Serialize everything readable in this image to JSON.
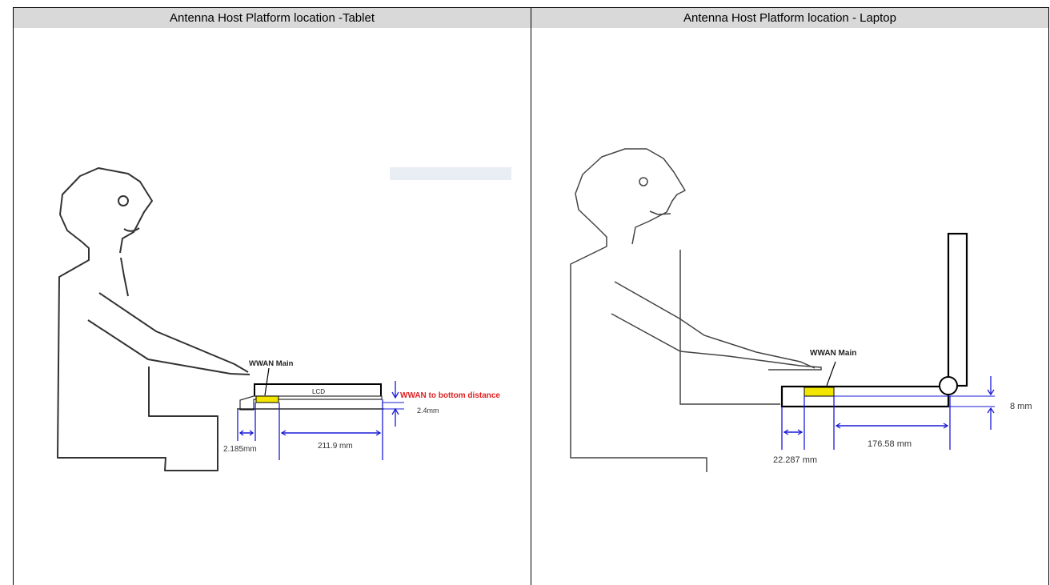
{
  "table": {
    "left_header": "Antenna Host Platform location -Tablet",
    "right_header": "Antenna Host Platform location - Laptop"
  },
  "tablet": {
    "antenna_label": "WWAN Main",
    "lcd_label": "LCD",
    "bottom_distance_label": "WWAN to bottom distance",
    "thickness": "2.4mm",
    "edge_offset": "2.185mm",
    "length": "211.9 mm"
  },
  "laptop": {
    "antenna_label": "WWAN Main",
    "thickness": "8 mm",
    "edge_offset": "22.287 mm",
    "length": "176.58 mm"
  },
  "colors": {
    "header_bg": "#d9d9d9",
    "dimension_blue": "#1a1ad6",
    "antenna_yellow": "#f2e600",
    "warning_red": "#e02020"
  }
}
